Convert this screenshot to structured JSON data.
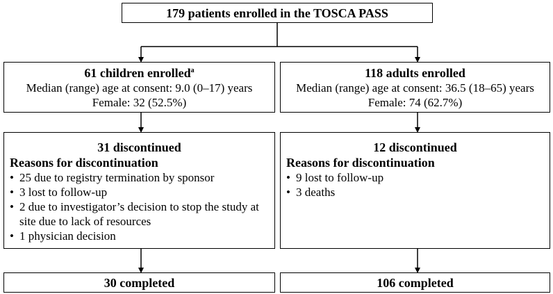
{
  "top": {
    "title": "179 patients enrolled in the TOSCA PASS"
  },
  "children": {
    "title": "61 children enrolled",
    "footnote_mark": "a",
    "age": "Median (range) age at consent: 9.0 (0–17) years",
    "female": "Female: 32 (52.5%)",
    "discontinued": {
      "title": "31 discontinued",
      "heading": "Reasons for discontinuation",
      "reasons": [
        "25 due to registry termination by sponsor",
        "3 lost to follow-up",
        "2 due to investigator’s decision to stop the study at site due to lack of resources",
        "1 physician decision"
      ]
    },
    "completed": "30 completed"
  },
  "adults": {
    "title": "118 adults enrolled",
    "age": "Median (range) age at consent: 36.5 (18–65) years",
    "female": "Female: 74 (62.7%)",
    "discontinued": {
      "title": "12 discontinued",
      "heading": "Reasons for discontinuation",
      "reasons": [
        "9 lost to follow-up",
        "3 deaths"
      ]
    },
    "completed": "106 completed"
  }
}
